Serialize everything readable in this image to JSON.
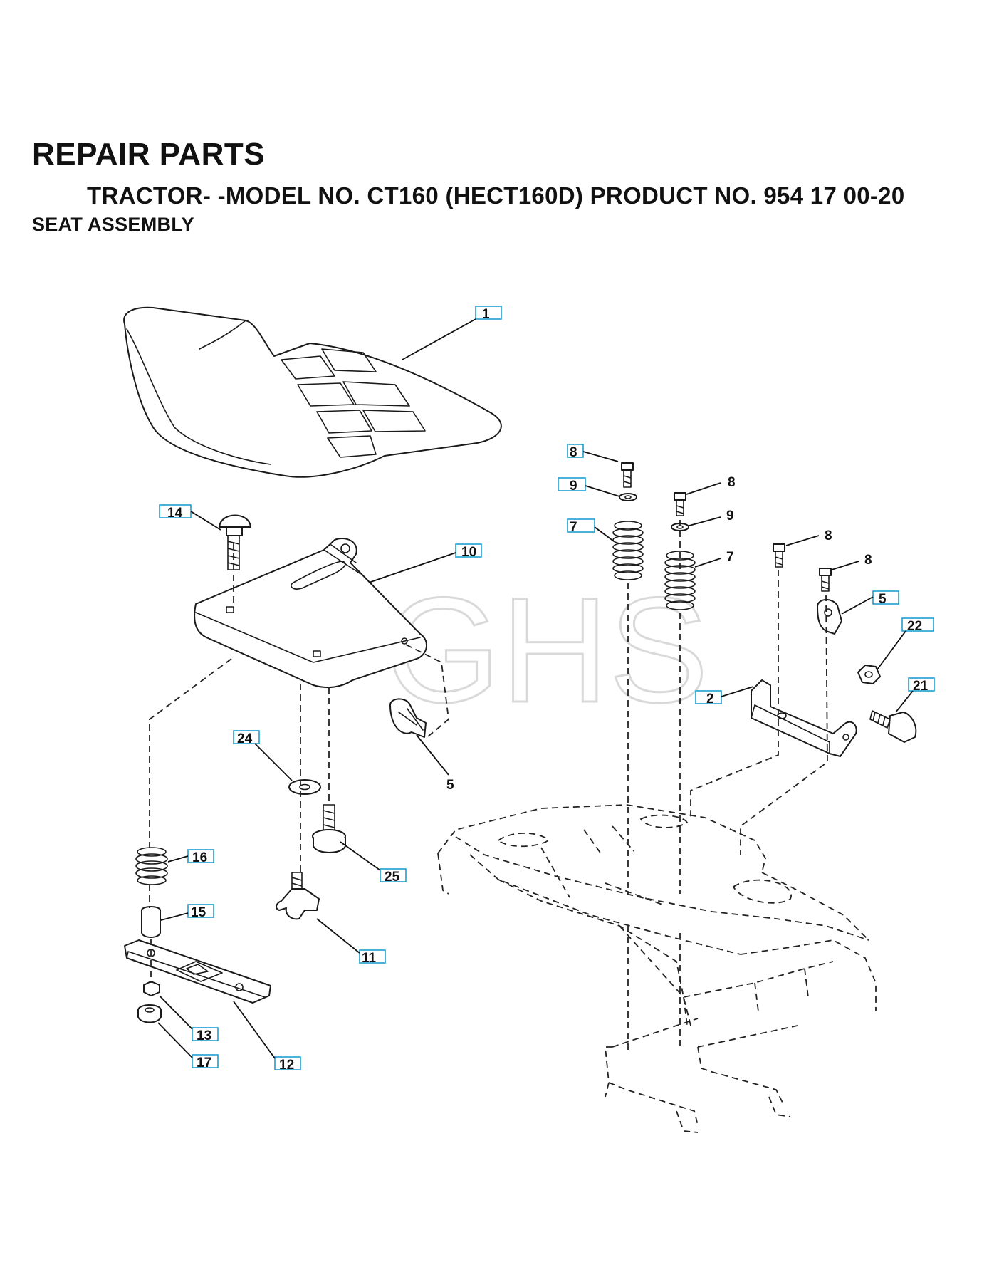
{
  "header": {
    "title": "REPAIR PARTS",
    "subtitle": "TRACTOR- -MODEL NO. CT160 (HECT160D) PRODUCT NO. 954 17 00-20",
    "section": "SEAT ASSEMBLY"
  },
  "watermark": "GHS",
  "callouts": [
    {
      "id": "callout-1",
      "number": "1",
      "boxed": true
    },
    {
      "id": "callout-14",
      "number": "14",
      "boxed": true
    },
    {
      "id": "callout-10",
      "number": "10",
      "boxed": true
    },
    {
      "id": "callout-24",
      "number": "24",
      "boxed": true
    },
    {
      "id": "callout-5a",
      "number": "5",
      "boxed": false
    },
    {
      "id": "callout-16",
      "number": "16",
      "boxed": true
    },
    {
      "id": "callout-25",
      "number": "25",
      "boxed": true
    },
    {
      "id": "callout-15",
      "number": "15",
      "boxed": true
    },
    {
      "id": "callout-11",
      "number": "11",
      "boxed": true
    },
    {
      "id": "callout-13",
      "number": "13",
      "boxed": true
    },
    {
      "id": "callout-17",
      "number": "17",
      "boxed": true
    },
    {
      "id": "callout-12",
      "number": "12",
      "boxed": true
    },
    {
      "id": "callout-8a",
      "number": "8",
      "boxed": true
    },
    {
      "id": "callout-9a",
      "number": "9",
      "boxed": true
    },
    {
      "id": "callout-7a",
      "number": "7",
      "boxed": true
    },
    {
      "id": "callout-8b",
      "number": "8",
      "boxed": false
    },
    {
      "id": "callout-9b",
      "number": "9",
      "boxed": false
    },
    {
      "id": "callout-7b",
      "number": "7",
      "boxed": false
    },
    {
      "id": "callout-8c",
      "number": "8",
      "boxed": false
    },
    {
      "id": "callout-8d",
      "number": "8",
      "boxed": false
    },
    {
      "id": "callout-5b",
      "number": "5",
      "boxed": true
    },
    {
      "id": "callout-22",
      "number": "22",
      "boxed": true
    },
    {
      "id": "callout-2",
      "number": "2",
      "boxed": true
    },
    {
      "id": "callout-21",
      "number": "21",
      "boxed": true
    }
  ]
}
